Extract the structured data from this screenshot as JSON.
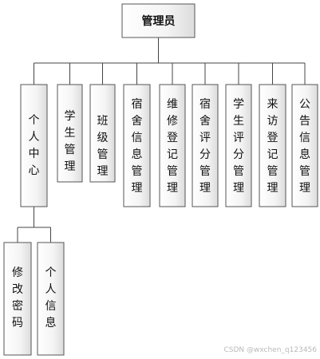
{
  "diagram": {
    "root": "管理员",
    "children": [
      {
        "label": "个人中心",
        "children": [
          "修改密码",
          "个人信息"
        ]
      },
      {
        "label": "学生管理"
      },
      {
        "label": "班级管理"
      },
      {
        "label": "宿舍信息管理"
      },
      {
        "label": "维修登记管理"
      },
      {
        "label": "宿舍评分管理"
      },
      {
        "label": "学生评分管理"
      },
      {
        "label": "来访登记管理"
      },
      {
        "label": "公告信息管理"
      }
    ]
  },
  "watermark": "CSDN @wxchen_q123456"
}
